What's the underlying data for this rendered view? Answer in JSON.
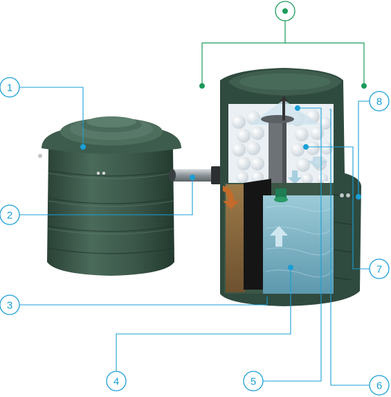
{
  "diagram": {
    "colors": {
      "callout_blue": "#1a9fd6",
      "group_green": "#1b9a5a",
      "tank_green": "#2f4a3e",
      "tank_green_light": "#4a6a5a",
      "water_blue": "#7fb6c9",
      "sludge_brown": "#8a6a3e",
      "media_white": "#eef2f5"
    },
    "callouts": [
      {
        "id": "1",
        "label": "1"
      },
      {
        "id": "2",
        "label": "2"
      },
      {
        "id": "3",
        "label": "3"
      },
      {
        "id": "4",
        "label": "4"
      },
      {
        "id": "5",
        "label": "5"
      },
      {
        "id": "6",
        "label": "6"
      },
      {
        "id": "7",
        "label": "7"
      },
      {
        "id": "8",
        "label": "8"
      }
    ],
    "group_marker_icon": "dot-in-circle-icon"
  }
}
